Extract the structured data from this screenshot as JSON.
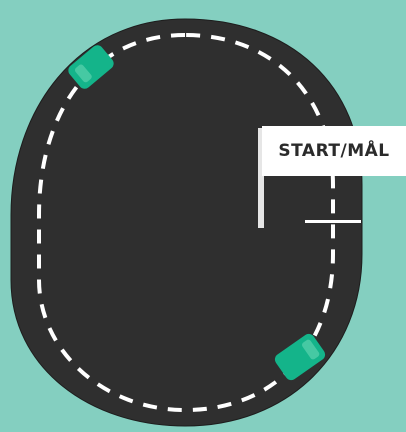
{
  "scene": {
    "colors": {
      "background": "#84cfc0",
      "track": "#2f2f2f",
      "track_edge": "#1d1d1d",
      "lane_marking": "#ffffff",
      "car": "#14b48a",
      "car_highlight": "#46c9a3",
      "flag": "#ffffff",
      "flag_pole": "#e6e6e6",
      "finish_line": "#ffffff"
    },
    "flag": {
      "label": "START/MÅL"
    },
    "cars": [
      {
        "name": "car-top-left",
        "color_key": "car"
      },
      {
        "name": "car-bottom-right",
        "color_key": "car"
      }
    ]
  }
}
